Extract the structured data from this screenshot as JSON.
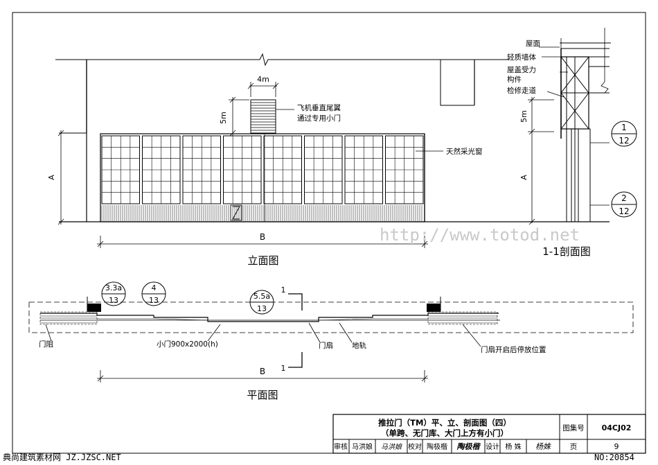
{
  "elevation": {
    "title": "立面图",
    "dim_width": "4m",
    "dim_height": "5m",
    "dim_a": "A",
    "dim_b": "B",
    "label_fin_door": [
      "飞机垂直尾翼",
      "通过专用小门"
    ],
    "label_skylight": "天然采光窗"
  },
  "section": {
    "title": "1-1剖面图",
    "labels": [
      "屋面",
      "轻质墙体",
      "屋盖受力",
      "构件",
      "检修走道"
    ],
    "dim_height": "5m",
    "dim_a": "A",
    "callout_1": {
      "num": "1",
      "page": "12"
    },
    "callout_2": {
      "num": "2",
      "page": "12"
    }
  },
  "plan": {
    "title": "平面图",
    "dim_b": "B",
    "callouts": [
      {
        "num": "3.3a",
        "page": "13"
      },
      {
        "num": "4",
        "page": "13"
      },
      {
        "num": "5.5a",
        "page": "13"
      }
    ],
    "cut_mark": "1",
    "labels": {
      "door_stop": "门阻",
      "small_door": "小门900x2000(h)",
      "door_leaf": "门扇",
      "rail": "地轨",
      "stack_position": "门扇开启后停放位置"
    }
  },
  "title_block": {
    "title_line1": "推拉门（TM）平、立、剖面图（四）",
    "title_line2": "（单跨、无门库、大门上方有小门）",
    "atlas_label": "图集号",
    "atlas_no": "04CJ02",
    "page_label": "页",
    "page_no": "9",
    "roles": [
      {
        "role": "审核",
        "name": "马洪娘",
        "sign": "马洪娘"
      },
      {
        "role": "校对",
        "name": "陶极楷",
        "sign": "陶极楷"
      },
      {
        "role": "设计",
        "name": "杨 姝",
        "sign": "杨姝"
      }
    ]
  },
  "watermark": "http://www.totod.net",
  "footer": {
    "left": "典尚建筑素材网 JZ.JZSC.NET",
    "right": "NO:20854"
  }
}
